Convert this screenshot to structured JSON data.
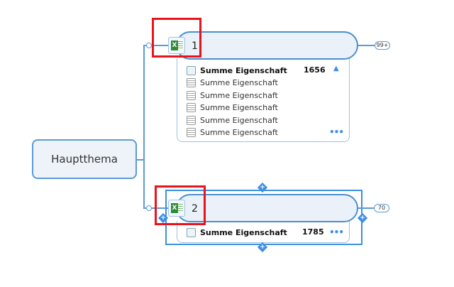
{
  "central_topic": {
    "label": "Hauptthema"
  },
  "topics": [
    {
      "label": "1",
      "icon": "excel-icon",
      "count_badge": "99+",
      "rows": [
        {
          "label": "Summe Eigenschaft",
          "value": "1656",
          "icon": "gear-list-icon"
        },
        {
          "label": "Summe Eigenschaft",
          "icon": "list-icon"
        },
        {
          "label": "Summe Eigenschaft",
          "icon": "list-icon"
        },
        {
          "label": "Summe Eigenschaft",
          "icon": "list-icon"
        },
        {
          "label": "Summe Eigenschaft",
          "icon": "list-icon"
        },
        {
          "label": "Summe Eigenschaft",
          "icon": "list-icon"
        }
      ],
      "more": "•••",
      "collapse": "▲"
    },
    {
      "label": "2",
      "icon": "excel-icon",
      "count_badge": "70",
      "rows": [
        {
          "label": "Summe Eigenschaft",
          "value": "1785",
          "icon": "gear-list-icon"
        }
      ],
      "more": "•••"
    }
  ],
  "excel_glyph": "X",
  "add_handle": "+",
  "colors": {
    "accent": "#3c8fe0",
    "highlight": "#e8131b",
    "topic_fill": "#eaf1f9"
  }
}
